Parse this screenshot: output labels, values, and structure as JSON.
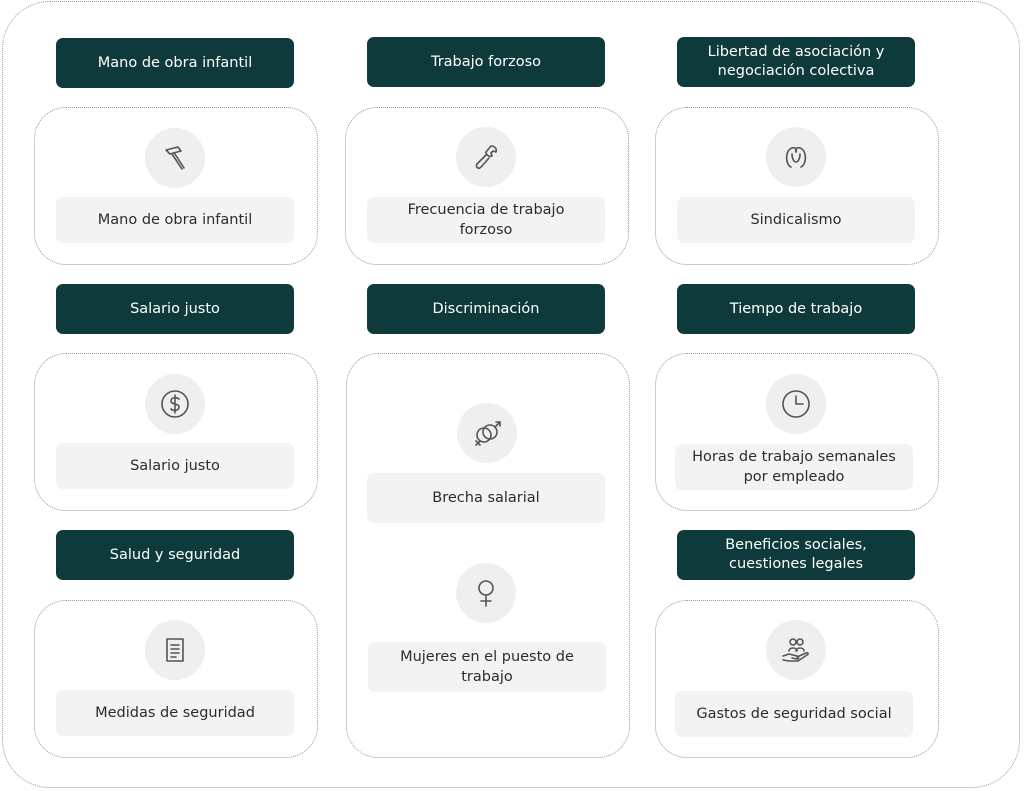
{
  "categories": [
    {
      "header": "Mano de obra infantil",
      "items": [
        {
          "label": "Mano de obra infantil",
          "icon": "hammer-icon"
        }
      ]
    },
    {
      "header": "Trabajo forzoso",
      "items": [
        {
          "label": "Frecuencia de trabajo forzoso",
          "icon": "wrench-icon"
        }
      ]
    },
    {
      "header": "Libertad de asociación y negociación colectiva",
      "items": [
        {
          "label": "Sindicalismo",
          "icon": "people-faces-icon"
        }
      ]
    },
    {
      "header": "Salario justo",
      "items": [
        {
          "label": "Salario justo",
          "icon": "dollar-coin-icon"
        }
      ]
    },
    {
      "header": "Discriminación",
      "items": [
        {
          "label": "Brecha salarial",
          "icon": "gender-symbols-icon"
        },
        {
          "label": "Mujeres en el puesto de trabajo",
          "icon": "female-symbol-icon"
        }
      ]
    },
    {
      "header": "Tiempo de trabajo",
      "items": [
        {
          "label": "Horas de trabajo semanales por empleado",
          "icon": "clock-icon"
        }
      ]
    },
    {
      "header": "Salud y seguridad",
      "items": [
        {
          "label": "Medidas de seguridad",
          "icon": "document-icon"
        }
      ]
    },
    {
      "header": "Beneficios sociales, cuestiones legales",
      "items": [
        {
          "label": "Gastos de seguridad social",
          "icon": "hand-people-icon"
        }
      ]
    }
  ],
  "colors": {
    "header_bg": "#0f3a3c",
    "label_bg": "#f3f3f4",
    "icon_bg": "#efefef"
  }
}
